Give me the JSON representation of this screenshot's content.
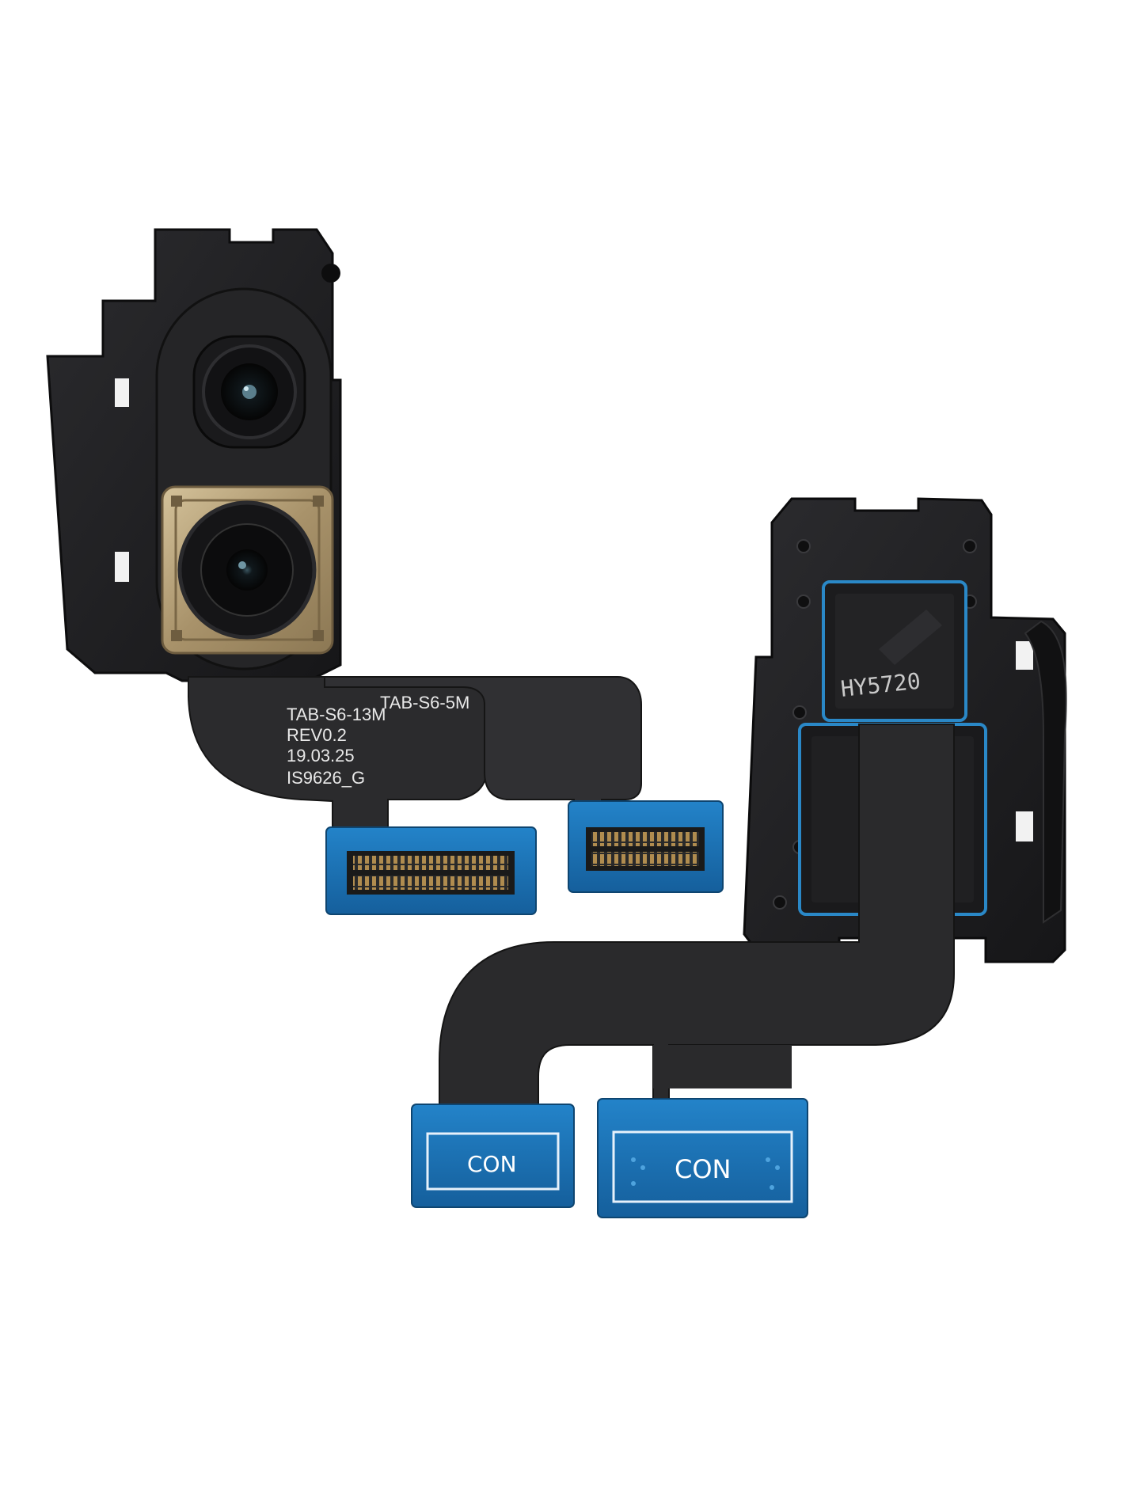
{
  "colors": {
    "background": "#ffffff",
    "housing": "#1f1f21",
    "housing_edge": "#0d0d0e",
    "flex": "#2a2a2c",
    "pcb_blue": "#1b73b8",
    "gold": "#b8a27a",
    "connector_pins": "#a8854a"
  },
  "module_left": {
    "flex_labels": {
      "line1": "TAB-S6-13M",
      "line2": "REV0.2",
      "line3": "19.03.25",
      "line4": "IS9626_G",
      "partial": "TAB-S6-5M"
    }
  },
  "module_right": {
    "sensor_label": "HY5720",
    "connector_a_label": "CON",
    "connector_b_label": "CON"
  }
}
